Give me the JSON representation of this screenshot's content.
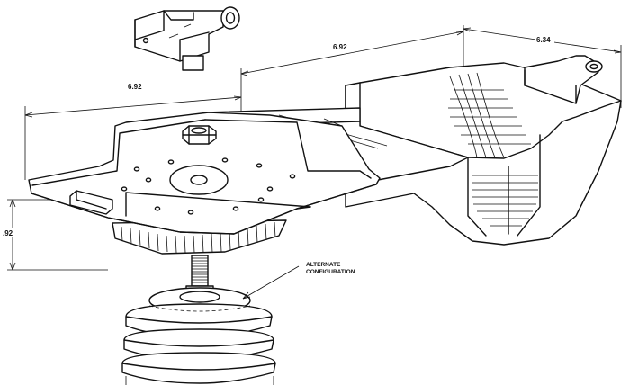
{
  "dimensions": {
    "width_top": "6.92",
    "depth_right": "6.34",
    "width_left": "6.92",
    "height_left": ".92"
  },
  "callout": {
    "line1": "ALTERNATE",
    "line2": "CONFIGURATION"
  }
}
